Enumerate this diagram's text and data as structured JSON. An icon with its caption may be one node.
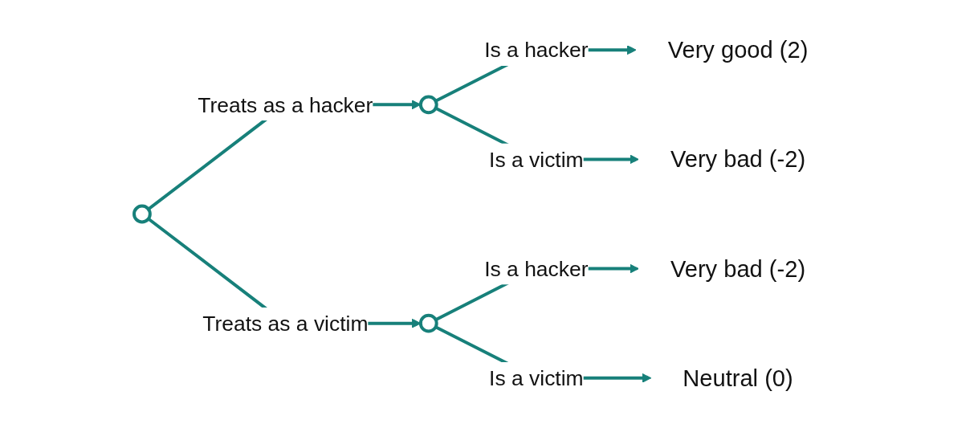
{
  "diagram": {
    "nodes": [
      {
        "text": [],
        "shape": "circle"
      },
      {
        "text": [],
        "shape": "circle"
      },
      {
        "text": [],
        "shape": "circle"
      },
      {
        "text": [
          "Very good (2)"
        ]
      },
      {
        "text": [
          "Very bad (-2)"
        ]
      },
      {
        "text": [
          "Very bad (-2)"
        ]
      },
      {
        "text": [
          "Neutral (0)"
        ]
      }
    ],
    "edges": [
      {
        "from": 0,
        "to": 1,
        "arrow": "to",
        "label": "Treats as a hacker"
      },
      {
        "from": 0,
        "to": 2,
        "arrow": "to",
        "label": "Treats as a victim"
      },
      {
        "from": 1,
        "to": 3,
        "arrow": "to",
        "label": "Is a hacker"
      },
      {
        "from": 1,
        "to": 4,
        "arrow": "to",
        "label": "Is a victim"
      },
      {
        "from": 2,
        "to": 5,
        "arrow": "to",
        "label": "Is a hacker"
      },
      {
        "from": 2,
        "to": 6,
        "arrow": "to",
        "label": "Is a victim"
      }
    ]
  }
}
